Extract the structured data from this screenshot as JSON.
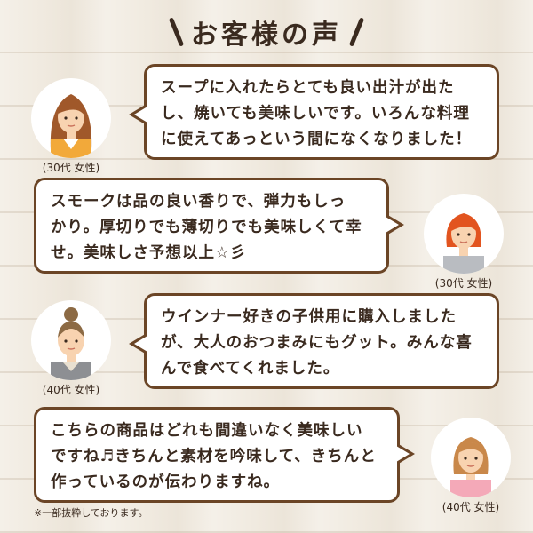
{
  "title": "お客様の声",
  "testimonials": [
    {
      "lines": [
        "スープに入れたらとても良い出汁が出た",
        "し、焼いても美味しいです。いろんな料理",
        "に使えてあっという間になくなりました！"
      ],
      "age": "(30代 女性)"
    },
    {
      "lines": [
        "スモークは品の良い香りで、弾力もしっ",
        "かり。厚切りでも薄切りでも美味しくて幸",
        "せ。美味しさ予想以上☆彡"
      ],
      "age": "(30代 女性)"
    },
    {
      "lines": [
        "ウインナー好きの子供用に購入しました",
        "が、大人のおつまみにもグット。みんな喜",
        "んで食べてくれました。"
      ],
      "age": "(40代 女性)"
    },
    {
      "lines": [
        "こちらの商品はどれも間違いなく美味しい",
        "ですね♬きちんと素材を吟味して、きちんと",
        "作っているのが伝わりますね。"
      ],
      "age": "(40代 女性)"
    }
  ],
  "footnote": "※一部抜粋しております。",
  "colors": {
    "border": "#6b4526",
    "text": "#3a2a1f"
  }
}
